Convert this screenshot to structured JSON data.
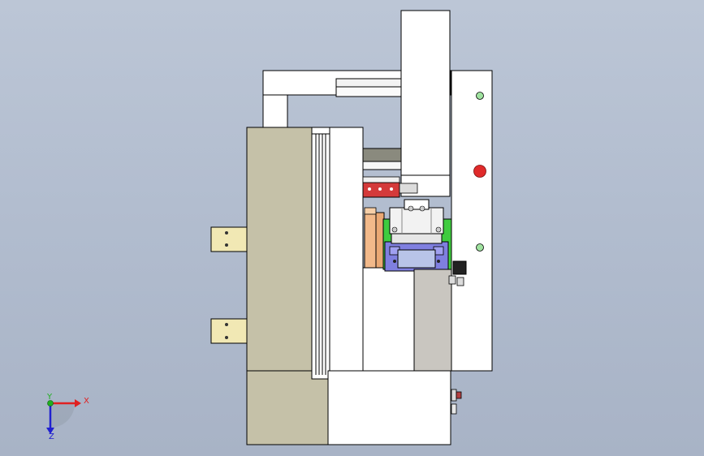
{
  "viewport": {
    "background_top": "#bcc6d6",
    "background_bottom": "#a8b3c6"
  },
  "triad": {
    "x_label": "X",
    "y_label": "Y",
    "z_label": "Z",
    "x_color": "#e02020",
    "y_color": "#20b020",
    "z_color": "#2020d0"
  },
  "model": {
    "panel_color": "#c5c1a8",
    "part_color": "#ffffff",
    "edge_color": "#000000",
    "indicator_green": "#9fe29f",
    "indicator_red": "#e02a2a",
    "bracket_color": "#f1e8b4",
    "clamp_red": "#d43a3a",
    "block_orange": "#f2b98a",
    "fixture_blue": "#7f7fe0",
    "base_green": "#3fcc3f",
    "column_gray": "#c9c6c0"
  }
}
